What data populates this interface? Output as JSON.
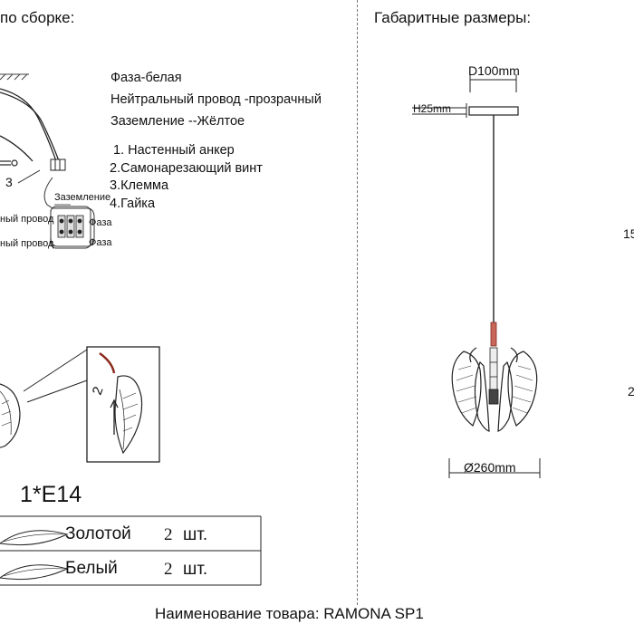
{
  "left_panel": {
    "title": "по сборке:",
    "legend": [
      "Фаза-белая",
      "Нейтральный провод -прозрачный",
      "Заземление --Жёлтое"
    ],
    "parts": [
      "1. Настенный анкер",
      "2.Самонарезающий винт",
      "3.Клемма",
      "4.Гайка"
    ],
    "callout_number": "3",
    "terminal_labels": {
      "ground": "Заземление",
      "neutral_1": "ный провод",
      "neutral_2": "ный провод",
      "phase_1": "Фаза",
      "phase_2": "Фаза"
    },
    "detail_number": "2",
    "lamp_spec": "1*E14",
    "shades_table": [
      {
        "color": "Золотой",
        "qty": "2",
        "unit": "шт."
      },
      {
        "color": "Белый",
        "qty": "2",
        "unit": "шт."
      }
    ]
  },
  "right_panel": {
    "title": "Габаритные размеры:",
    "dim_canopy_d": "D100mm",
    "dim_canopy_h": "H25mm",
    "dim_diameter": "Ø260mm",
    "edge_label_top": "15",
    "edge_label_mid": "2"
  },
  "footer": {
    "product_name": "Наименование товара: RAMONA SP1"
  }
}
